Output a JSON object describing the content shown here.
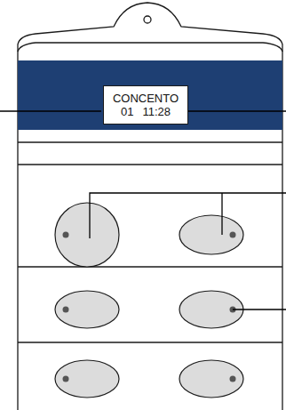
{
  "diagram": {
    "nodes": [
      {
        "text": [
          "CONCENTO",
          "01",
          "11:28"
        ]
      }
    ]
  }
}
